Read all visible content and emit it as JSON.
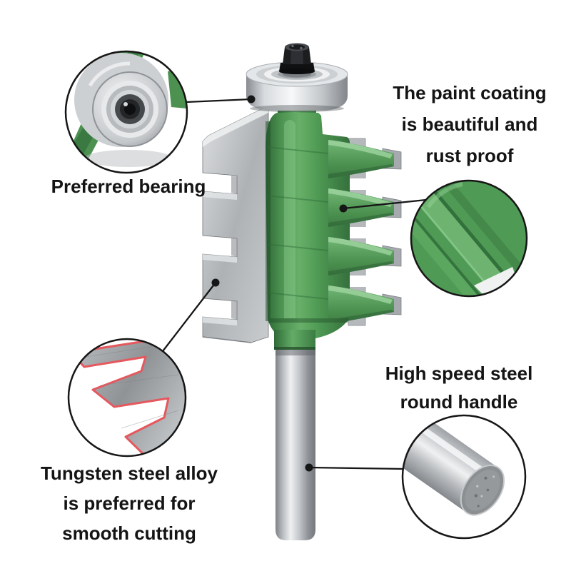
{
  "annotations": {
    "bearing": {
      "text": "Preferred bearing"
    },
    "coating": {
      "line1": "The paint coating",
      "line2": "is beautiful and",
      "line3": "rust proof"
    },
    "tungsten": {
      "line1": "Tungsten steel alloy",
      "line2": "is preferred for",
      "line3": "smooth cutting"
    },
    "handle": {
      "line1": "High speed steel",
      "line2": "round handle"
    }
  },
  "colors": {
    "body_green": "#4F9A54",
    "dark_green": "#2E6A38",
    "steel_gray": "#C3C6CA",
    "tungsten_edge_red": "#E5585E",
    "callout_black": "#161616",
    "text": "#141414",
    "background": "#FFFFFF"
  }
}
